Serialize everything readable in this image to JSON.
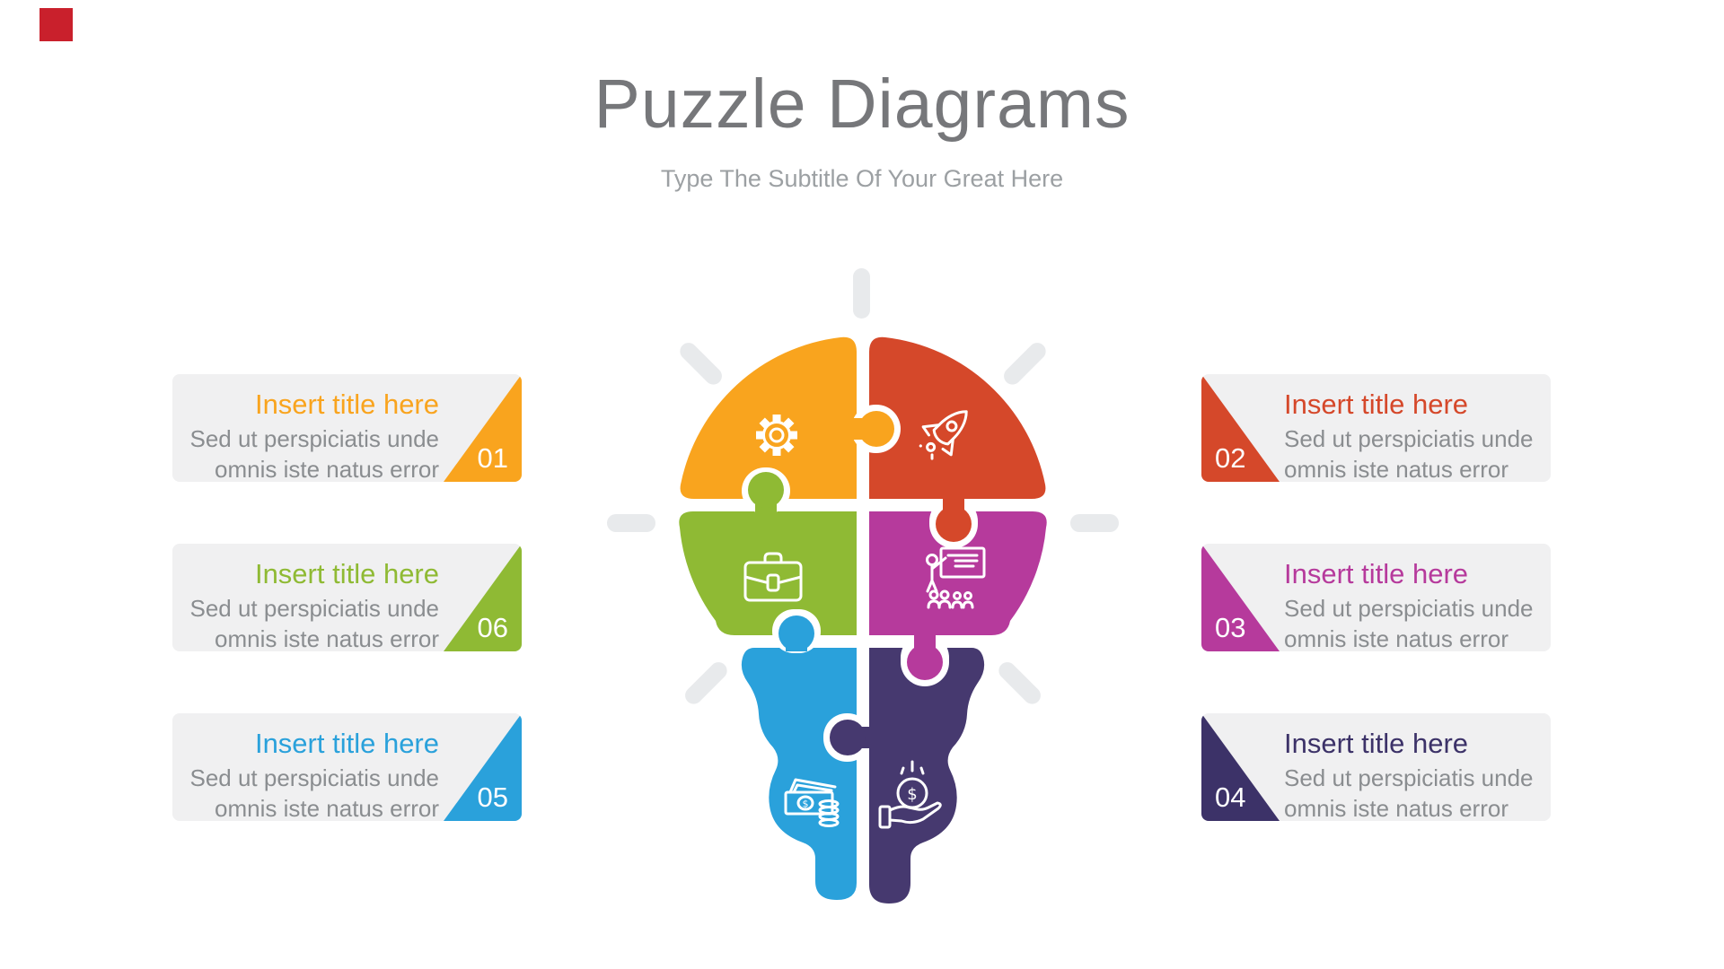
{
  "slide": {
    "background": "#FFFFFF"
  },
  "corner_mark": {
    "color": "#C9202C"
  },
  "header": {
    "title": "Puzzle Diagrams",
    "subtitle": "Type The Subtitle Of Your Great Here",
    "title_color": "#76777A",
    "subtitle_color": "#9CA0A3"
  },
  "cards": {
    "background": "#F0F0F1",
    "body_color": "#8A8D90",
    "number_color": "#FFFFFF",
    "left": [
      {
        "number": "01",
        "title": "Insert title here",
        "body_line1": "Sed ut perspiciatis unde",
        "body_line2": "omnis iste natus error",
        "color": "#F9A41E"
      },
      {
        "number": "06",
        "title": "Insert title here",
        "body_line1": "Sed ut perspiciatis unde",
        "body_line2": "omnis iste natus error",
        "color": "#8FBA34"
      },
      {
        "number": "05",
        "title": "Insert title here",
        "body_line1": "Sed ut perspiciatis unde",
        "body_line2": "omnis iste natus error",
        "color": "#2AA1DB"
      }
    ],
    "right": [
      {
        "number": "02",
        "title": "Insert title here",
        "body_line1": "Sed ut perspiciatis unde",
        "body_line2": "omnis iste natus error",
        "color": "#D5482A"
      },
      {
        "number": "03",
        "title": "Insert title here",
        "body_line1": "Sed ut perspiciatis unde",
        "body_line2": "omnis iste natus error",
        "color": "#B63A9C"
      },
      {
        "number": "04",
        "title": "Insert title here",
        "body_line1": "Sed ut perspiciatis unde",
        "body_line2": "omnis iste natus error",
        "color": "#3C3268"
      }
    ]
  },
  "puzzle": {
    "rays": {
      "count": 7,
      "color": "#E8EAEC"
    },
    "icon_stroke": "#FFFFFF",
    "dollar_sign": "$",
    "pieces": [
      {
        "name": "settings",
        "icon": "gear-icon",
        "color": "#F9A41E"
      },
      {
        "name": "startup",
        "icon": "rocket-icon",
        "color": "#D5482A"
      },
      {
        "name": "business",
        "icon": "briefcase-icon",
        "color": "#8FBA34"
      },
      {
        "name": "training",
        "icon": "presentation-icon",
        "color": "#B63A9C"
      },
      {
        "name": "cash",
        "icon": "money-icon",
        "color": "#2AA1DB"
      },
      {
        "name": "investment",
        "icon": "hand-dollar-icon",
        "color": "#46396F"
      }
    ]
  }
}
